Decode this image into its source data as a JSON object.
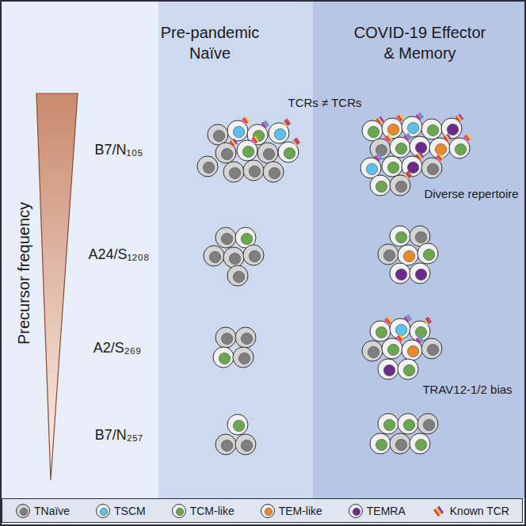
{
  "diagram": {
    "nodes": [
      {
        "text": [
          "Precursor frequency",
          "B7/N₁₀₅",
          "A24/S₁₂₀₈",
          "A2/S₂₆₉",
          "B7/N₂₅₇"
        ]
      },
      {
        "text": [
          "Pre-pandemic Naïve"
        ]
      },
      {
        "text": [
          "COVID-19 Effector & Memory"
        ]
      }
    ],
    "labels": [
      "TCRs ≠ TCRs",
      "Diverse repertoire",
      "TRAV12-1/2 bias"
    ],
    "legend": [
      {
        "text": "TNaïve",
        "color": "#7f7f7f"
      },
      {
        "text": "TSCM",
        "color": "#5bc0eb"
      },
      {
        "text": "TCM-like",
        "color": "#6aa84f"
      },
      {
        "text": "TEM-like",
        "color": "#e8892b"
      },
      {
        "text": "TEMRA",
        "color": "#6b2a8c"
      },
      {
        "text": "Known TCR"
      }
    ]
  }
}
